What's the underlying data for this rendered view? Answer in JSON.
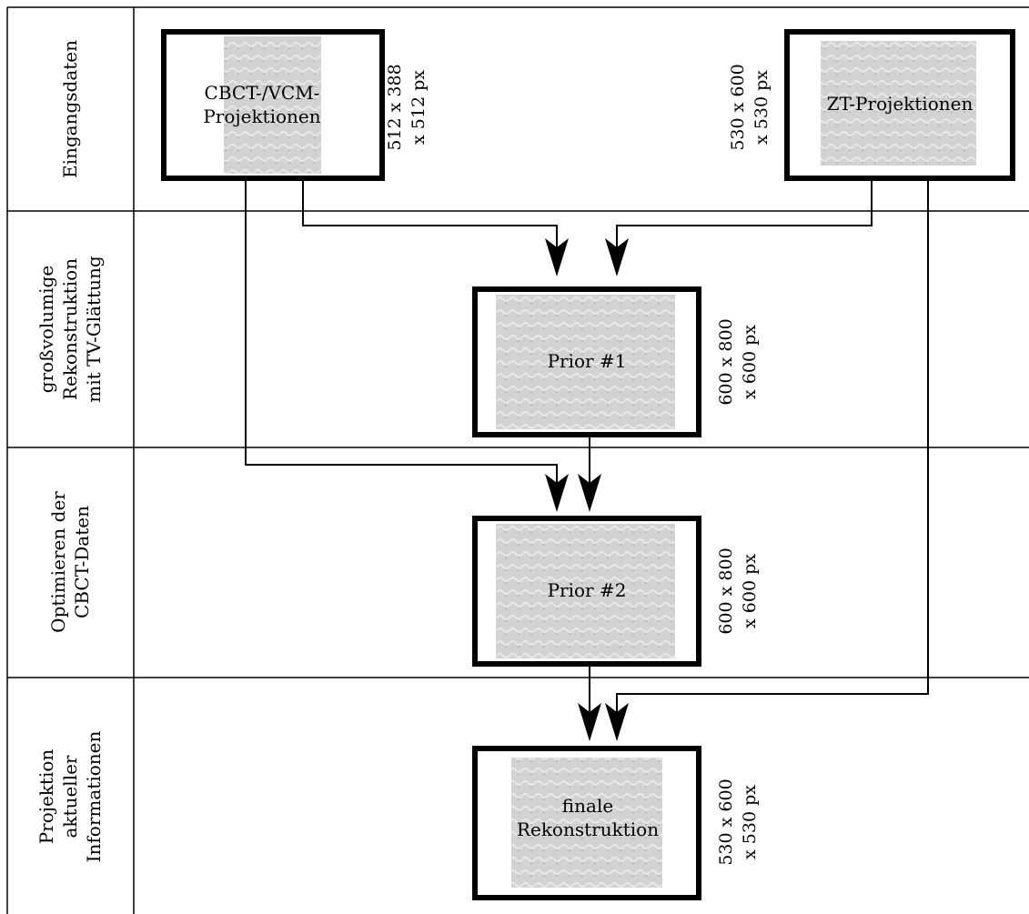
{
  "lanes": [
    {
      "id": "input",
      "lines": [
        "Eingangsdaten"
      ]
    },
    {
      "id": "prior1",
      "lines": [
        "großvolumige",
        "Rekonstruktion",
        "mit TV-Glättung"
      ]
    },
    {
      "id": "prior2",
      "lines": [
        "Optimieren der",
        "CBCT-Daten"
      ]
    },
    {
      "id": "final",
      "lines": [
        "Projektion",
        "aktueller",
        "Informationen"
      ]
    }
  ],
  "boxes": {
    "cbct": {
      "lines": [
        "CBCT-/VCM-",
        "Projektionen"
      ],
      "dims": [
        "512 x 388",
        "x 512 px"
      ]
    },
    "zt": {
      "lines": [
        "ZT-Projektionen"
      ],
      "dims": [
        "530 x 600",
        "x 530 px"
      ]
    },
    "prior1": {
      "lines": [
        "Prior #1"
      ],
      "dims": [
        "600 x 800",
        "x 600 px"
      ]
    },
    "prior2": {
      "lines": [
        "Prior #2"
      ],
      "dims": [
        "600 x 800",
        "x 600 px"
      ]
    },
    "final": {
      "lines": [
        "finale",
        "Rekonstruktion"
      ],
      "dims": [
        "530 x 600",
        "x 530 px"
      ]
    }
  }
}
